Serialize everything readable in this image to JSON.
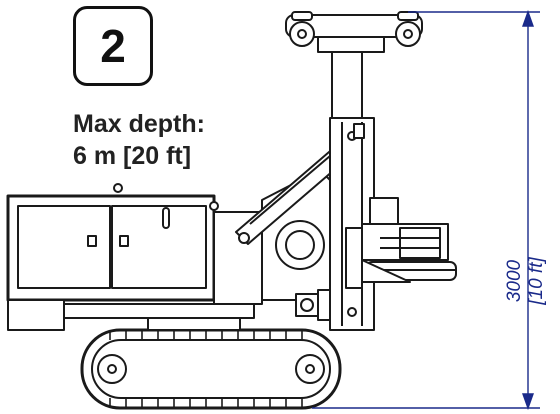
{
  "badge": {
    "number": "2"
  },
  "depth": {
    "line1": "Max depth:",
    "line2": "6 m [20 ft]"
  },
  "dimension": {
    "value": "3000",
    "imperial": "[10 ft]"
  },
  "colors": {
    "line": "#1a1a1a",
    "dimension": "#1a2a8a",
    "fill": "#ffffff"
  }
}
